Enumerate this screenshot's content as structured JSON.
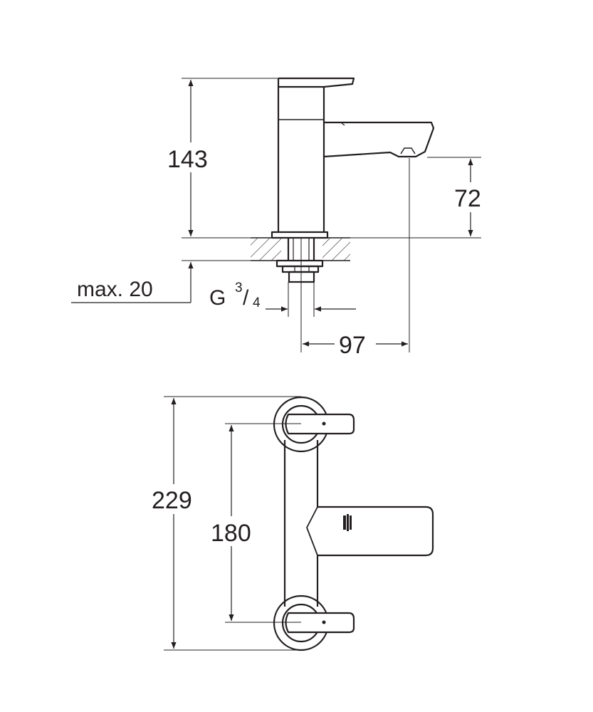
{
  "side_view": {
    "dim_height": "143",
    "dim_spout_height": "72",
    "dim_max_thickness": "max. 20",
    "thread_prefix": "G",
    "thread_numerator": "3",
    "thread_slash": "/",
    "thread_denominator": "4",
    "dim_reach": "97"
  },
  "top_view": {
    "dim_overall_length": "229",
    "dim_center_distance": "180"
  },
  "colors": {
    "line": "#231f20",
    "background": "#ffffff"
  }
}
